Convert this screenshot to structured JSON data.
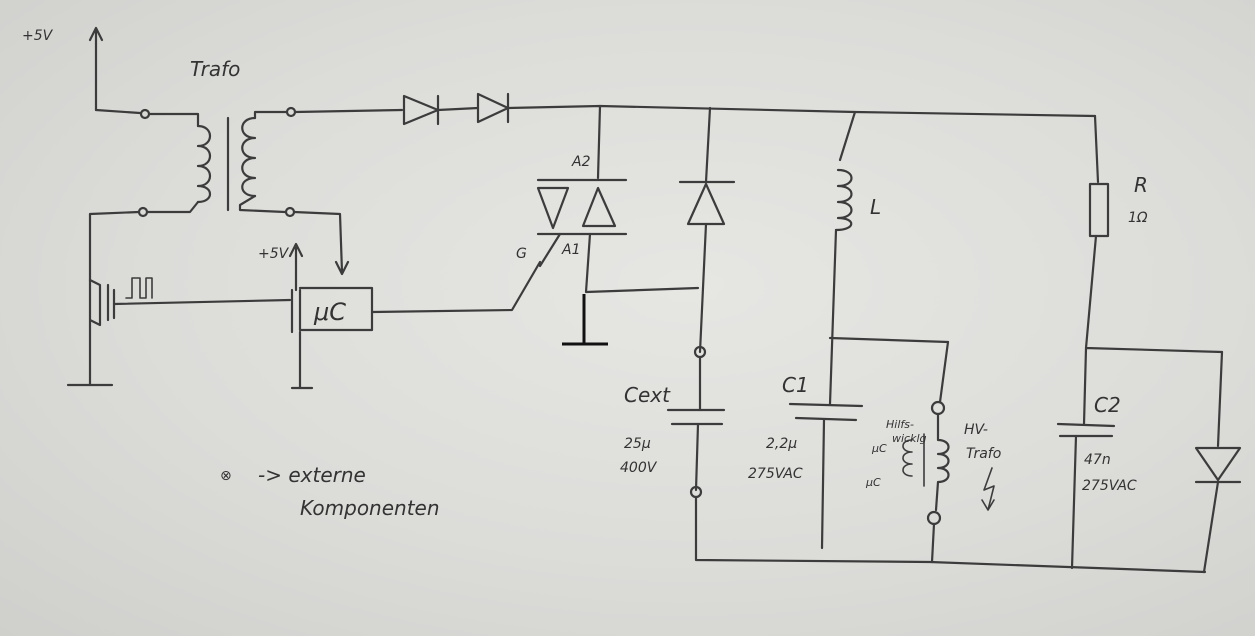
{
  "labels": {
    "supply_top": "+5V",
    "transformer": "Trafo",
    "supply_mc": "+5V",
    "microcontroller": "μC",
    "triac_a2": "A2",
    "triac_a1": "A1",
    "triac_gate": "G",
    "inductor": "L",
    "resistor_name": "R",
    "resistor_value": "1Ω",
    "cap_ext_name": "Cext",
    "cap_ext_value1": "25μ",
    "cap_ext_value2": "400V",
    "c1_name": "C1",
    "c1_value1": "2,2μ",
    "c1_value2": "275VAC",
    "c2_name": "C2",
    "c2_value1": "47n",
    "c2_value2": "275VAC",
    "aux_winding1": "Hilfs-",
    "aux_winding2": "wicklg",
    "aux_mc1": "μC",
    "aux_mc2": "μC",
    "hv_trafo1": "HV-",
    "hv_trafo2": "Trafo",
    "legend_symbol": "⊗",
    "legend_text1": "-> externe",
    "legend_text2": "Komponenten"
  },
  "colors": {
    "ink": "#3c3c3c",
    "paper": "#e3e3e0"
  }
}
